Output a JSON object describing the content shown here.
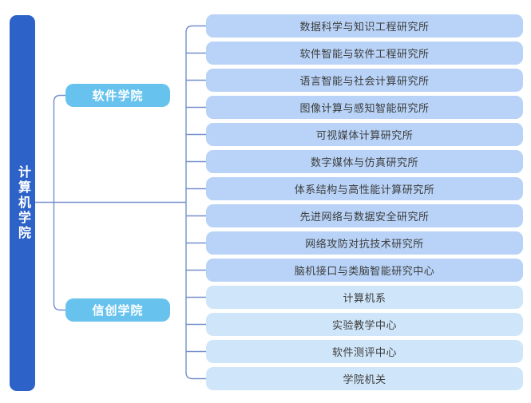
{
  "diagram": {
    "root": {
      "label": "计算机学院"
    },
    "branches": [
      {
        "label": "软件学院"
      },
      {
        "label": "信创学院"
      }
    ],
    "leaves": [
      {
        "label": "数据科学与知识工程研究所",
        "variant": "primary"
      },
      {
        "label": "软件智能与软件工程研究所",
        "variant": "primary"
      },
      {
        "label": "语言智能与社会计算研究所",
        "variant": "primary"
      },
      {
        "label": "图像计算与感知智能研究所",
        "variant": "primary"
      },
      {
        "label": "可视媒体计算研究所",
        "variant": "primary"
      },
      {
        "label": "数字媒体与仿真研究所",
        "variant": "primary"
      },
      {
        "label": "体系结构与高性能计算研究所",
        "variant": "primary"
      },
      {
        "label": "先进网络与数据安全研究所",
        "variant": "primary"
      },
      {
        "label": "网络攻防对抗技术研究所",
        "variant": "primary"
      },
      {
        "label": "脑机接口与类脑智能研究中心",
        "variant": "primary"
      },
      {
        "label": "计算机系",
        "variant": "secondary"
      },
      {
        "label": "实验教学中心",
        "variant": "secondary"
      },
      {
        "label": "软件测评中心",
        "variant": "secondary"
      },
      {
        "label": "学院机关",
        "variant": "secondary"
      }
    ],
    "colors": {
      "root_bg": "#2d62c8",
      "root_text": "#ffffff",
      "branch_bg": "#67c3ee",
      "branch_text": "#ffffff",
      "leaf_primary_bg": "#b8d3f7",
      "leaf_secondary_bg": "#cfe6fa",
      "leaf_text": "#3d3d3d",
      "connector": "#7390cd"
    }
  }
}
